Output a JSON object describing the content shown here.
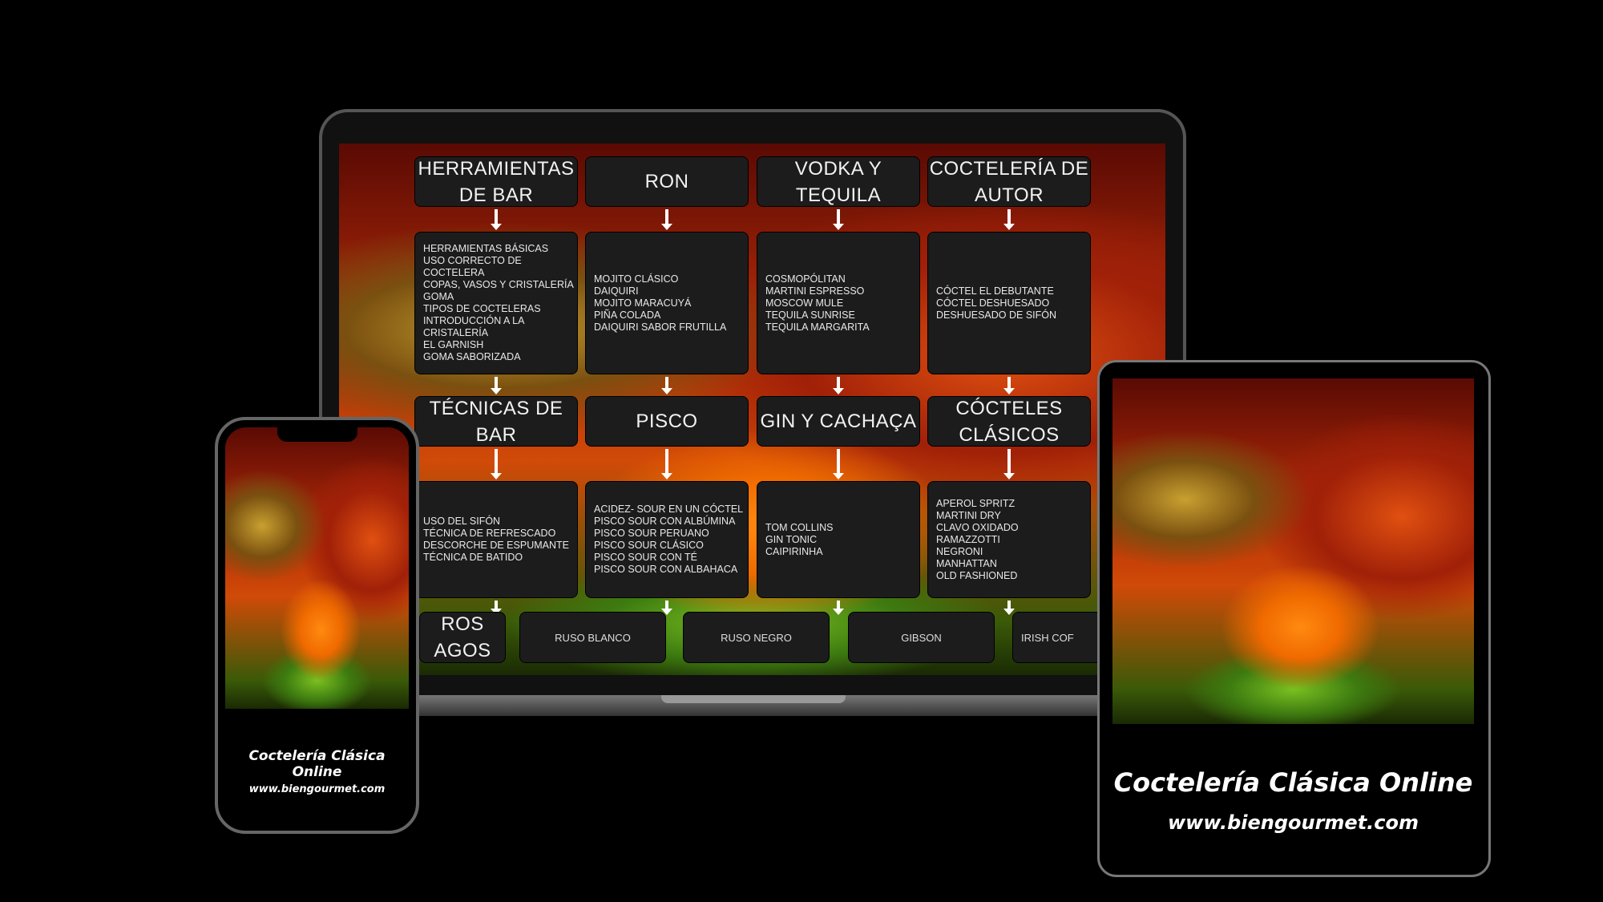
{
  "row1": [
    {
      "title": "HERRAMIENTAS DE BAR",
      "items": [
        "HERRAMIENTAS BÁSICAS",
        "USO CORRECTO DE COCTELERA",
        "COPAS, VASOS Y CRISTALERÍA",
        "GOMA",
        "TIPOS DE COCTELERAS",
        "INTRODUCCIÓN A LA CRISTALERÍA",
        "EL GARNISH",
        "GOMA SABORIZADA"
      ]
    },
    {
      "title": "RON",
      "items": [
        "MOJITO CLÁSICO",
        "DAIQUIRI",
        "MOJITO MARACUYÁ",
        "PIÑA COLADA",
        "DAIQUIRI SABOR FRUTILLA"
      ]
    },
    {
      "title": "VODKA Y TEQUILA",
      "items": [
        "COSMOPÓLITAN",
        "MARTINI ESPRESSO",
        "MOSCOW MULE",
        "TEQUILA SUNRISE",
        "TEQUILA  MARGARITA"
      ]
    },
    {
      "title": "COCTELERÍA DE AUTOR",
      "items": [
        "CÓCTEL EL DEBUTANTE",
        "CÓCTEL DESHUESADO",
        "DESHUESADO DE SIFÓN"
      ]
    }
  ],
  "row2": [
    {
      "title": "TÉCNICAS DE BAR",
      "items": [
        "USO DEL SIFÓN",
        "TÉCNICA DE REFRESCADO",
        "DESCORCHE DE ESPUMANTE",
        "TÉCNICA DE BATIDO"
      ]
    },
    {
      "title": "PISCO",
      "items": [
        "ACIDEZ- SOUR EN UN CÓCTEL",
        "PISCO SOUR CON ALBÚMINA",
        "PISCO SOUR PERUANO",
        "PISCO SOUR CLÁSICO",
        "PISCO SOUR CON TÉ",
        "PISCO SOUR CON ALBAHACA"
      ]
    },
    {
      "title": "GIN Y CACHAÇA",
      "items": [
        "TOM COLLINS",
        "GIN TONIC",
        "CAIPIRINHA"
      ]
    },
    {
      "title": "CÓCTELES CLÁSICOS",
      "items": [
        "APEROL SPRITZ",
        "MARTINI DRY",
        "CLAVO OXIDADO",
        "RAMAZZOTTI",
        "NEGRONI",
        "MANHATTAN",
        "OLD FASHIONED"
      ]
    }
  ],
  "row3": {
    "partial_title": "ROS AGOS",
    "items": [
      "RUSO BLANCO",
      "RUSO NEGRO",
      "GIBSON",
      "IRISH COF"
    ]
  },
  "brand": {
    "title": "Coctelería Clásica Online",
    "url": "www.biengourmet.com"
  }
}
